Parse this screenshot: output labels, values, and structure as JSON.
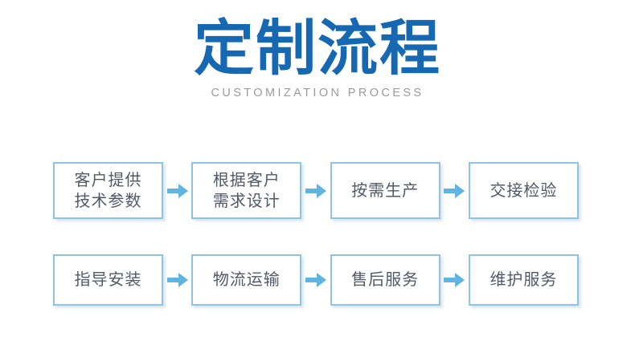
{
  "header": {
    "title": "定制流程",
    "subtitle": "CUSTOMIZATION PROCESS",
    "title_color": "#1668b3",
    "subtitle_color": "#9b9b9b"
  },
  "theme": {
    "background": "#ffffff",
    "box_border": "#8cc3e6",
    "box_fill": "#ffffff",
    "box_text": "#505a68",
    "arrow_color": "#5fb4e0"
  },
  "flow": {
    "arrow_icon": "arrow-right-icon",
    "rows": [
      {
        "row_name": "row-1",
        "steps": [
          {
            "label": "客户提供\n技术参数"
          },
          {
            "label": "根据客户\n需求设计"
          },
          {
            "label": "按需生产"
          },
          {
            "label": "交接检验"
          }
        ]
      },
      {
        "row_name": "row-2",
        "steps": [
          {
            "label": "指导安装"
          },
          {
            "label": "物流运输"
          },
          {
            "label": "售后服务"
          },
          {
            "label": "维护服务"
          }
        ]
      }
    ]
  }
}
